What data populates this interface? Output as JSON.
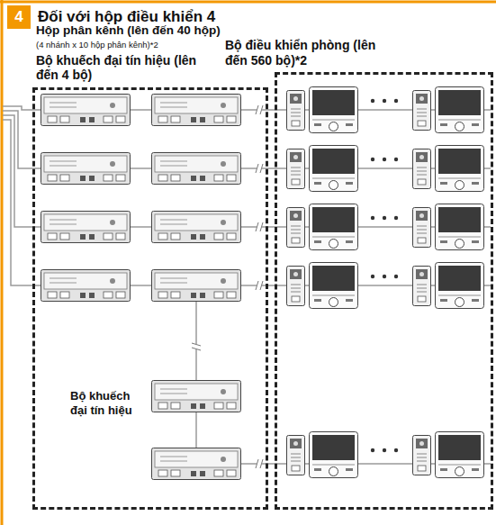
{
  "diagram": {
    "title": "Đối với hộp điều khiển 4",
    "nodes": [
      {
        "text": [
          "4"
        ]
      },
      {
        "text": [
          "Hộp phân kênh (lên đến 40 hộp)",
          "(4 nhánh x 10 hộp phân kênh)*2",
          "Bộ khuếch đại tín hiệu (lên đến 4 bộ)"
        ]
      },
      {
        "text": [
          "Bộ điều khiển phòng (lên đến 560 bộ)*2"
        ]
      }
    ],
    "labels": [
      "Bộ khuếch đại tín hiệu"
    ]
  }
}
